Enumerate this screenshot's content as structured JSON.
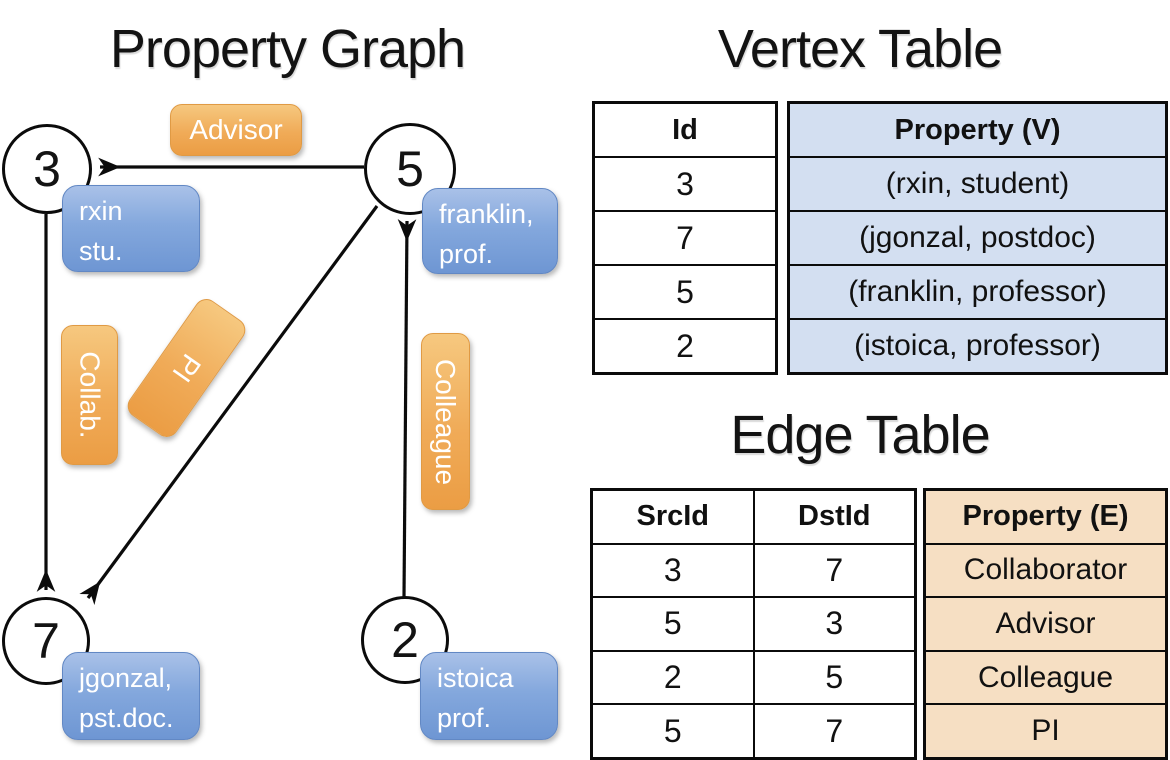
{
  "titles": {
    "graph": "Property Graph",
    "vertex_table": "Vertex Table",
    "edge_table": "Edge Table"
  },
  "graph": {
    "nodes": [
      {
        "id": "3",
        "line1": "rxin",
        "line2": "stu."
      },
      {
        "id": "5",
        "line1": "franklin,",
        "line2": "prof."
      },
      {
        "id": "7",
        "line1": "jgonzal,",
        "line2": "pst.doc."
      },
      {
        "id": "2",
        "line1": "istoica",
        "line2": "prof."
      }
    ],
    "edge_labels": {
      "advisor": "Advisor",
      "collab": "Collab.",
      "pi": "PI",
      "colleague": "Colleague"
    }
  },
  "vertex_table": {
    "id_header": "Id",
    "property_header": "Property (V)",
    "rows": [
      {
        "id": "3",
        "property": "(rxin, student)"
      },
      {
        "id": "7",
        "property": "(jgonzal, postdoc)"
      },
      {
        "id": "5",
        "property": "(franklin, professor)"
      },
      {
        "id": "2",
        "property": "(istoica, professor)"
      }
    ]
  },
  "edge_table": {
    "src_header": "SrcId",
    "dst_header": "DstId",
    "property_header": "Property (E)",
    "rows": [
      {
        "src": "3",
        "dst": "7",
        "property": "Collaborator"
      },
      {
        "src": "5",
        "dst": "3",
        "property": "Advisor"
      },
      {
        "src": "2",
        "dst": "5",
        "property": "Colleague"
      },
      {
        "src": "5",
        "dst": "7",
        "property": "PI"
      }
    ]
  },
  "colors": {
    "blue_box": "#7b9fd8",
    "orange_box": "#efa44e",
    "vertex_cell_fill": "#d3dff1",
    "edge_cell_fill": "#f6dfc3",
    "line": "#0b0b0b"
  }
}
